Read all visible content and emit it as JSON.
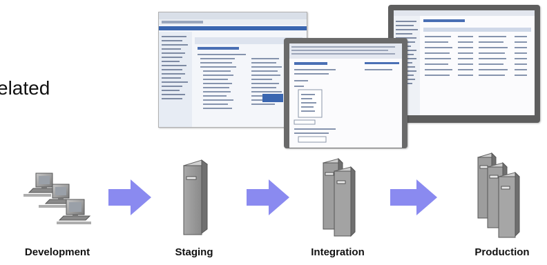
{
  "partial_text": "elated",
  "stages": [
    {
      "label": "Development",
      "icon": "computers-icon"
    },
    {
      "label": "Staging",
      "icon": "server-icon"
    },
    {
      "label": "Integration",
      "icon": "server-pair-icon"
    },
    {
      "label": "Production",
      "icon": "server-trio-icon"
    }
  ],
  "flow_arrows": 3,
  "colors": {
    "arrow": "#8a8af0",
    "server": "#8f8f8f",
    "frame": "#5e5e5e"
  }
}
